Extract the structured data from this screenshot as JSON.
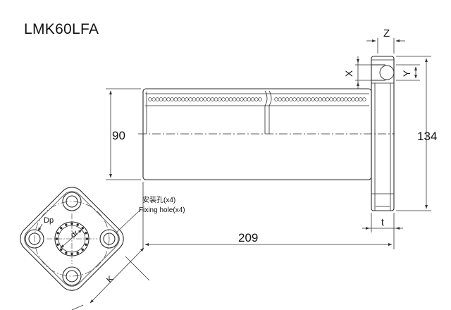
{
  "title": "LMK60LFA",
  "dimensions": {
    "outer_diameter": "90",
    "flange_height": "134",
    "length": "209",
    "flange_thickness": "t",
    "z": "Z",
    "x": "X",
    "y": "Y",
    "dp": "Dp",
    "dr": "dr",
    "k": "K"
  },
  "fixing_hole": {
    "label_cn": "安装孔(x4)",
    "label_en": "Fixing hole(x4)"
  },
  "colors": {
    "line": "#2a2a2a",
    "dim_line": "#333333",
    "text": "#111111"
  }
}
